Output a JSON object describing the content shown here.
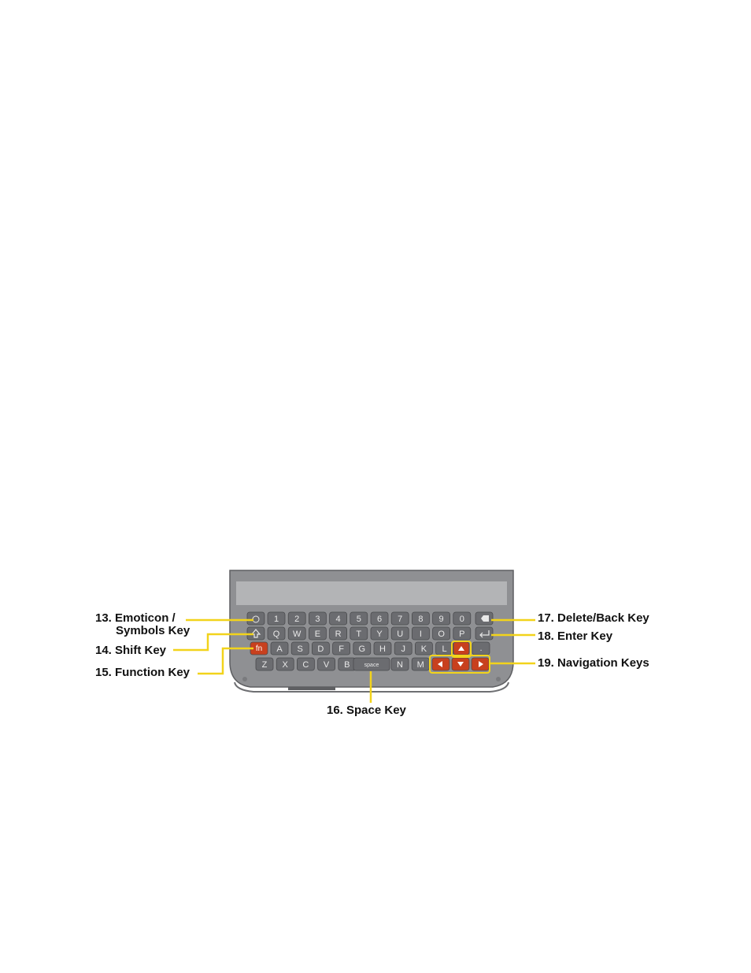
{
  "callouts": {
    "emoticon_line1": "13. Emoticon /",
    "emoticon_line2": "Symbols Key",
    "shift": "14. Shift Key",
    "function": "15. Function Key",
    "space": "16. Space Key",
    "delete": "17. Delete/Back Key",
    "enter": "18. Enter Key",
    "navigation": "19. Navigation Keys"
  },
  "keyboard": {
    "row1": [
      "1",
      "2",
      "3",
      "4",
      "5",
      "6",
      "7",
      "8",
      "9",
      "0"
    ],
    "row2": [
      "Q",
      "W",
      "E",
      "R",
      "T",
      "Y",
      "U",
      "I",
      "O",
      "P"
    ],
    "row3": [
      "A",
      "S",
      "D",
      "F",
      "G",
      "H",
      "J",
      "K",
      "L"
    ],
    "row4_left": [
      "Z",
      "X",
      "C",
      "V",
      "B"
    ],
    "row4_right": [
      "N",
      "M"
    ],
    "fn_label": "fn",
    "space_label": "space",
    "period_label": "."
  },
  "colors": {
    "body": "#8f9093",
    "body_edge": "#5e5f62",
    "bezel": "#b3b4b6",
    "key": "#6b6c70",
    "key_edge": "#4a4b4e",
    "accent_key": "#c8401e",
    "callout_line": "#f2d31b"
  },
  "icons": {
    "emoticon": "smiley-icon",
    "shift": "shift-arrow-icon",
    "delete": "backspace-icon",
    "enter": "enter-arrow-icon",
    "nav_up": "triangle-up-icon",
    "nav_down": "triangle-down-icon",
    "nav_left": "triangle-left-icon",
    "nav_right": "triangle-right-icon"
  }
}
